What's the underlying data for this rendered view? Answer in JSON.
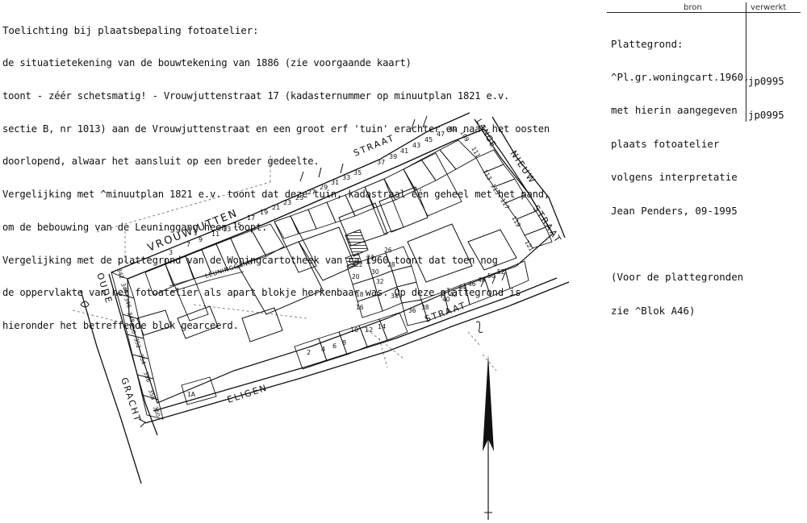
{
  "intro": {
    "lines": [
      "Toelichting bij plaatsbepaling fotoatelier:",
      "de situatietekening van de bouwtekening van 1886 (zie voorgaande kaart)",
      "toont - zéér schetsmatig! - Vrouwjuttenstraat 17 (kadasternummer op minuutplan 1821 e.v.",
      "sectie B, nr 1013) aan de Vrouwjuttenstraat en een groot erf 'tuin' erachter en naar het oosten",
      "doorlopend, alwaar het aansluit op een breder gedeelte.",
      "Vergelijking met ^minuutplan 1821 e.v. toont dat deze tuin, kadastraal één geheel met het pand,",
      "om de bebouwing van de Leuninggang heen loopt.",
      "Vergelijking met de plattegrond van de Woningcartotheek van ca 1960 toont dat toen nog",
      "de oppervlakte van het fotoatelier als apart blokje herkenbaar was. Op deze plattegrond is",
      "hieronder het betreffende blok gearceerd."
    ]
  },
  "source_table": {
    "header_bron": "bron",
    "header_verwerkt": "verwerkt",
    "source_lines": [
      "Plattegrond:",
      "^Pl.gr.woningcart.1960,",
      "met hierin aangegeven",
      "plaats fotoatelier",
      "volgens interpretatie",
      "Jean Penders, 09-1995",
      "",
      "(Voor de plattegronden",
      "zie ^Blok A46)"
    ],
    "ref_1": "jp0995",
    "ref_2": "jp0995"
  },
  "map": {
    "street_labels": {
      "vrouwjutten": "VROUWJUTTEN",
      "straat_top": "STRAAT",
      "lange": "LANGE",
      "nieuw": "NIEUW",
      "straat_right": "STRAAT",
      "straat_bottom": "STRAAT",
      "eligen": "ELIGEN",
      "oude": "OUDE",
      "gracht": "GRACHT",
      "leuninggang": "LEUNINGGANG"
    },
    "north_arrow_label": "N",
    "house_numbers_top": [
      "3",
      "7",
      "9",
      "11",
      "13",
      "15",
      "17",
      "19",
      "21",
      "23",
      "25",
      "27",
      "29",
      "31",
      "33",
      "35",
      "37",
      "39",
      "41",
      "43",
      "45",
      "47",
      "49"
    ],
    "house_numbers_right": [
      "109",
      "111",
      "113",
      "115",
      "117",
      "119",
      "121"
    ],
    "house_numbers_left": [
      "342",
      "344",
      "346",
      "348",
      "350",
      "352",
      "354",
      "356",
      "358",
      "360"
    ],
    "house_numbers_bottom": [
      "2",
      "4",
      "6",
      "8",
      "10",
      "12",
      "14"
    ],
    "house_numbers_inner": [
      "16",
      "18",
      "20",
      "22",
      "24",
      "26",
      "28",
      "30",
      "32",
      "34",
      "36",
      "38",
      "40",
      "42",
      "44",
      "46",
      "48",
      "50",
      "52"
    ],
    "small_labels": [
      "1A",
      "1"
    ]
  }
}
